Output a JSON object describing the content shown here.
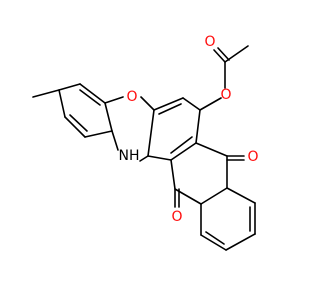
{
  "molecule": {
    "atoms": [
      {
        "id": "O_ring",
        "text": "O",
        "color": "#ff0d0d"
      },
      {
        "id": "N_ring",
        "text": "NH",
        "color": "#000000"
      },
      {
        "id": "O_ester",
        "text": "O",
        "color": "#ff0d0d"
      },
      {
        "id": "O_acyl",
        "text": "O",
        "color": "#ff0d0d"
      },
      {
        "id": "O_ket_right",
        "text": "O",
        "color": "#ff0d0d"
      },
      {
        "id": "O_ket_bottom",
        "text": "O",
        "color": "#ff0d0d"
      }
    ],
    "colors": {
      "bond": "#000000",
      "oxygen": "#ff0d0d",
      "nitrogen": "#000000",
      "background": "#ffffff"
    }
  }
}
